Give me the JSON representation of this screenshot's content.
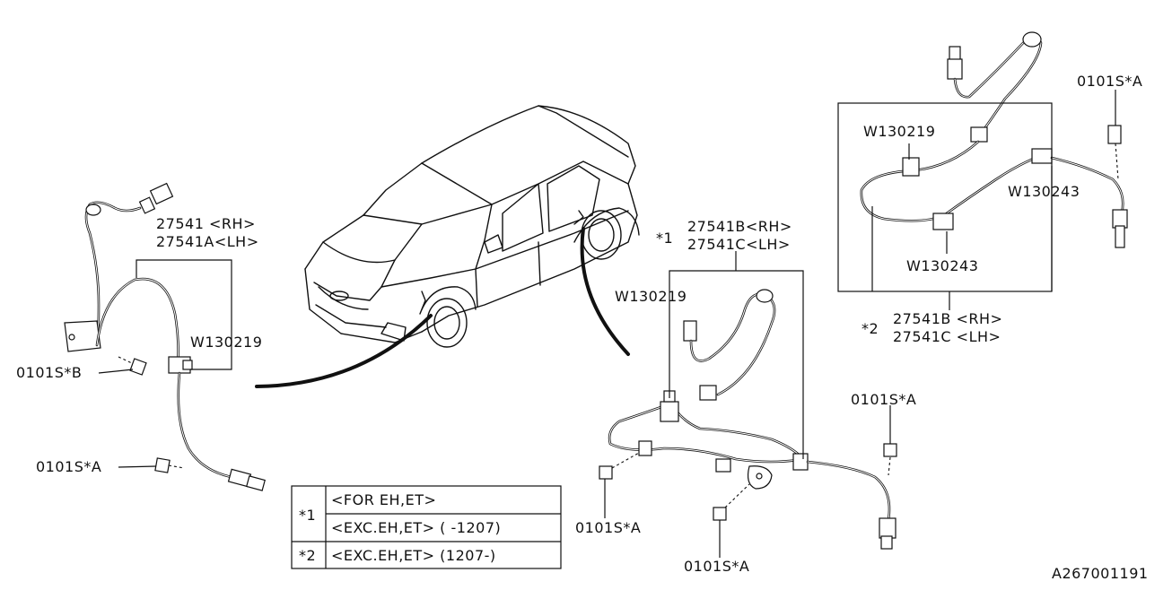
{
  "left_assembly": {
    "part_rh": "27541 <RH>",
    "part_lh": "27541A<LH>",
    "clip": "W130219",
    "bolt_b": "0101S*B",
    "bolt_a": "0101S*A"
  },
  "middle_assembly": {
    "note_mark": "*1",
    "part_rh": "27541B<RH>",
    "part_lh": "27541C<LH>",
    "clip": "W130219",
    "bolt_left": "0101S*A",
    "bolt_bottom": "0101S*A",
    "bolt_right": "0101S*A"
  },
  "right_assembly": {
    "clip": "W130219",
    "clip_a": "W130243",
    "clip_b": "W130243",
    "bolt": "0101S*A",
    "note_mark": "*2",
    "part_rh": "27541B <RH>",
    "part_lh": "27541C <LH>"
  },
  "notes_table": {
    "rows": [
      {
        "mark": "*1",
        "text": "<FOR EH,ET>"
      },
      {
        "mark": "",
        "text": "<EXC.EH,ET> ( -1207)"
      },
      {
        "mark": "*2",
        "text": "<EXC.EH,ET> (1207-)"
      }
    ]
  },
  "diagram_id": "A267001191"
}
